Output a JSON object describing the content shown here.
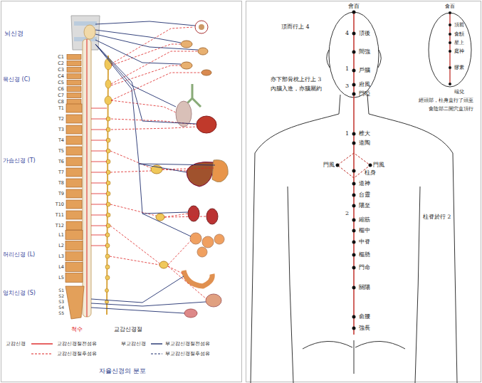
{
  "diagram": {
    "caption": "자율신경의 분포",
    "labels": [
      "뇌신경",
      "목신경 (C)",
      "가슴신경 (T)",
      "허리신경 (L)",
      "엉치신경 (S)",
      "C1",
      "C2",
      "C3",
      "C4",
      "C5",
      "C6",
      "C7",
      "C8",
      "T1",
      "T2",
      "T3",
      "T4",
      "T5",
      "T6",
      "T7",
      "T8",
      "T9",
      "T10",
      "T11",
      "T12",
      "L1",
      "L2",
      "L3",
      "L4",
      "L5",
      "S1",
      "S2",
      "S3",
      "S4",
      "S5",
      "척수",
      "교감신경절",
      "교감신경",
      "부교감신경",
      "會百",
      "頂後",
      "間強",
      "戶腦",
      "府風",
      "門啞",
      "椎大",
      "道陶",
      "門風",
      "門風",
      "柱身",
      "道神",
      "台靈",
      "陽至",
      "縮筋",
      "樞中",
      "中脊",
      "樞懸",
      "門命",
      "關陽",
      "俞腰",
      "強長",
      "4",
      "1",
      "3",
      "1",
      "2",
      "頂而行上 4",
      "亦下部骨枕上行上 3",
      "內腦入進，亦腦屬約",
      "柱脊於行 2",
      "會百",
      "頂前",
      "會顖",
      "星上",
      "庭神",
      "髎素",
      "端兌",
      "經頭部，柱身直行了頭至",
      "會陰部二開穴直頂行"
    ],
    "legend": [
      {
        "text": "교감신경절전섬유"
      },
      {
        "text": "교감신경절후섬유"
      },
      {
        "text": "부교감신경절전섬유"
      },
      {
        "text": "부교감신경절후섬유"
      }
    ]
  }
}
